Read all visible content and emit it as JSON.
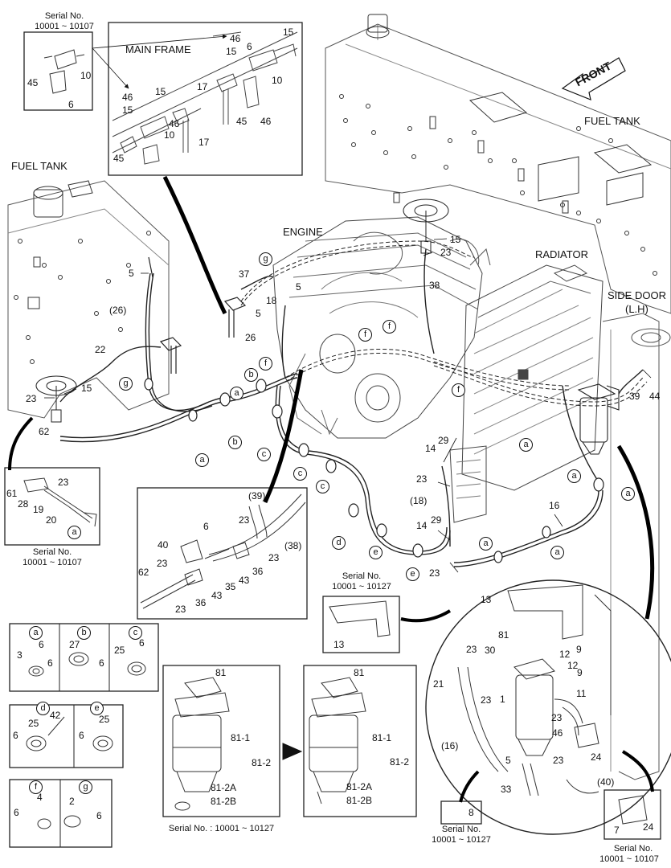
{
  "headings": {
    "main_frame": "MAIN FRAME",
    "fuel_tank_left": "FUEL TANK",
    "fuel_tank_right": "FUEL TANK",
    "engine": "ENGINE",
    "radiator": "RADIATOR",
    "side_door_1": "SIDE DOOR",
    "side_door_2": "(L.H)",
    "front": "FRONT"
  },
  "serials": {
    "top_left_1": "Serial No.",
    "top_left_2": "10001 ~ 10107",
    "mid_left_1": "Serial No.",
    "mid_left_2": "10001 ~ 10107",
    "bracket_1": "Serial No.",
    "bracket_2": "10001 ~ 10127",
    "filter_old": "Serial No. : 10001 ~ 10127",
    "bottom_mid_1": "Serial No.",
    "bottom_mid_2": "10001 ~ 10127",
    "bottom_right_1": "Serial No.",
    "bottom_right_2": "10001 ~ 10107"
  },
  "parts": [
    {
      "t": "46"
    },
    {
      "t": "15"
    },
    {
      "t": "15"
    },
    {
      "t": "10"
    },
    {
      "t": "10"
    },
    {
      "t": "45"
    },
    {
      "t": "6"
    },
    {
      "t": "46"
    },
    {
      "t": "15"
    },
    {
      "t": "15"
    },
    {
      "t": "17"
    },
    {
      "t": "46"
    },
    {
      "t": "17"
    },
    {
      "t": "45"
    },
    {
      "t": "10"
    },
    {
      "t": "45"
    },
    {
      "t": "46"
    },
    {
      "t": "6"
    },
    {
      "t": "15"
    },
    {
      "t": "23"
    },
    {
      "t": "38"
    },
    {
      "t": "37"
    },
    {
      "t": "5"
    },
    {
      "t": "18"
    },
    {
      "t": "5"
    },
    {
      "t": "26"
    },
    {
      "t": "5"
    },
    {
      "t": "(26)"
    },
    {
      "t": "22"
    },
    {
      "t": "15"
    },
    {
      "t": "23"
    },
    {
      "t": "62"
    },
    {
      "t": "39"
    },
    {
      "t": "44"
    },
    {
      "t": "14"
    },
    {
      "t": "29"
    },
    {
      "t": "23"
    },
    {
      "t": "(18)"
    },
    {
      "t": "29"
    },
    {
      "t": "14"
    },
    {
      "t": "23"
    },
    {
      "t": "16"
    },
    {
      "t": "61"
    },
    {
      "t": "28"
    },
    {
      "t": "19"
    },
    {
      "t": "23"
    },
    {
      "t": "20"
    },
    {
      "t": "(39)"
    },
    {
      "t": "6"
    },
    {
      "t": "23"
    },
    {
      "t": "40"
    },
    {
      "t": "23"
    },
    {
      "t": "(38)"
    },
    {
      "t": "23"
    },
    {
      "t": "62"
    },
    {
      "t": "36"
    },
    {
      "t": "43"
    },
    {
      "t": "35"
    },
    {
      "t": "43"
    },
    {
      "t": "23"
    },
    {
      "t": "36"
    },
    {
      "t": "13"
    },
    {
      "t": "6"
    },
    {
      "t": "3"
    },
    {
      "t": "6"
    },
    {
      "t": "27"
    },
    {
      "t": "6"
    },
    {
      "t": "25"
    },
    {
      "t": "6"
    },
    {
      "t": "42"
    },
    {
      "t": "25"
    },
    {
      "t": "6"
    },
    {
      "t": "25"
    },
    {
      "t": "6"
    },
    {
      "t": "4"
    },
    {
      "t": "6"
    },
    {
      "t": "2"
    },
    {
      "t": "6"
    },
    {
      "t": "81"
    },
    {
      "t": "81-1"
    },
    {
      "t": "81-2"
    },
    {
      "t": "81-2A"
    },
    {
      "t": "81-2B"
    },
    {
      "t": "81"
    },
    {
      "t": "81-1"
    },
    {
      "t": "81-2"
    },
    {
      "t": "81-2A"
    },
    {
      "t": "81-2B"
    },
    {
      "t": "13"
    },
    {
      "t": "81"
    },
    {
      "t": "23"
    },
    {
      "t": "30"
    },
    {
      "t": "12"
    },
    {
      "t": "9"
    },
    {
      "t": "12"
    },
    {
      "t": "9"
    },
    {
      "t": "21"
    },
    {
      "t": "23"
    },
    {
      "t": "1"
    },
    {
      "t": "11"
    },
    {
      "t": "23"
    },
    {
      "t": "46"
    },
    {
      "t": "(16)"
    },
    {
      "t": "24"
    },
    {
      "t": "23"
    },
    {
      "t": "5"
    },
    {
      "t": "(40)"
    },
    {
      "t": "33"
    },
    {
      "t": "8"
    },
    {
      "t": "7"
    },
    {
      "t": "24"
    }
  ],
  "callouts": [
    {
      "t": "a"
    },
    {
      "t": "a"
    },
    {
      "t": "a"
    },
    {
      "t": "a"
    },
    {
      "t": "a"
    },
    {
      "t": "a"
    },
    {
      "t": "a"
    },
    {
      "t": "a"
    },
    {
      "t": "b"
    },
    {
      "t": "b"
    },
    {
      "t": "c"
    },
    {
      "t": "c"
    },
    {
      "t": "c"
    },
    {
      "t": "d"
    },
    {
      "t": "e"
    },
    {
      "t": "e"
    },
    {
      "t": "f"
    },
    {
      "t": "f"
    },
    {
      "t": "f"
    },
    {
      "t": "f"
    },
    {
      "t": "g"
    },
    {
      "t": "g"
    },
    {
      "t": "a"
    },
    {
      "t": "b"
    },
    {
      "t": "c"
    },
    {
      "t": "d"
    },
    {
      "t": "e"
    },
    {
      "t": "f"
    },
    {
      "t": "g"
    }
  ]
}
